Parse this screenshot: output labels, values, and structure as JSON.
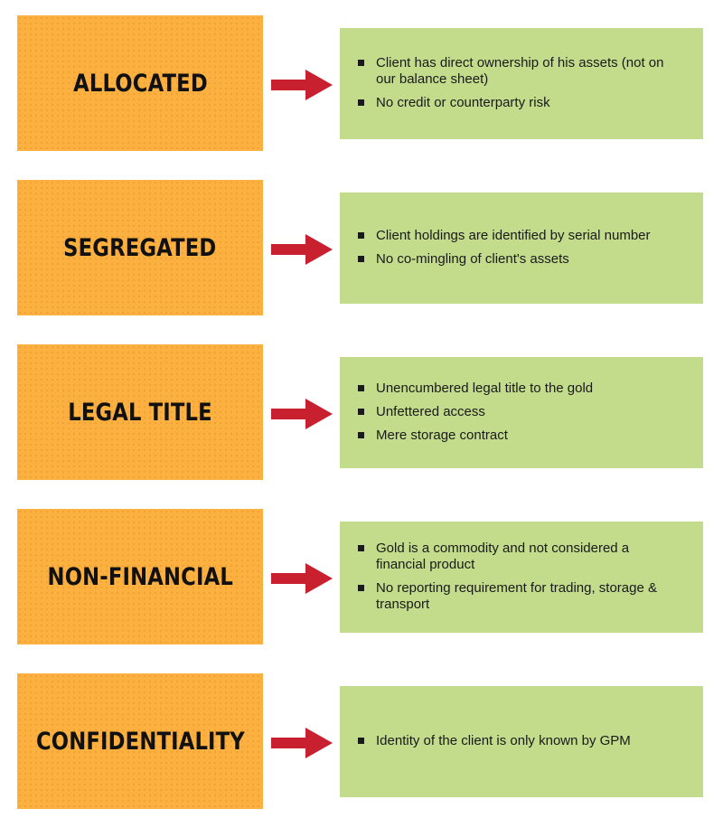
{
  "colors": {
    "label_box": "#fbb040",
    "detail_box": "#c3dc8c",
    "arrow": "#c8202f",
    "text": "#1a1a1a"
  },
  "icons": {
    "arrow": "right-arrow-icon",
    "bullet": "square-bullet-icon"
  },
  "rows": [
    {
      "label": "ALLOCATED",
      "bullets": [
        "Client has direct ownership of his assets (not on our balance sheet)",
        "No credit or counterparty risk"
      ]
    },
    {
      "label": "SEGREGATED",
      "bullets": [
        "Client holdings are identified by serial number",
        "No co-mingling of client's assets"
      ]
    },
    {
      "label": "LEGAL TITLE",
      "bullets": [
        "Unencumbered legal title to the gold",
        "Unfettered access",
        "Mere storage contract"
      ]
    },
    {
      "label": "NON-FINANCIAL",
      "bullets": [
        "Gold is a commodity and not considered a financial product",
        "No reporting requirement for trading, storage & transport"
      ]
    },
    {
      "label": "CONFIDENTIALITY",
      "bullets": [
        "Identity of the client is only known by GPM"
      ]
    }
  ]
}
